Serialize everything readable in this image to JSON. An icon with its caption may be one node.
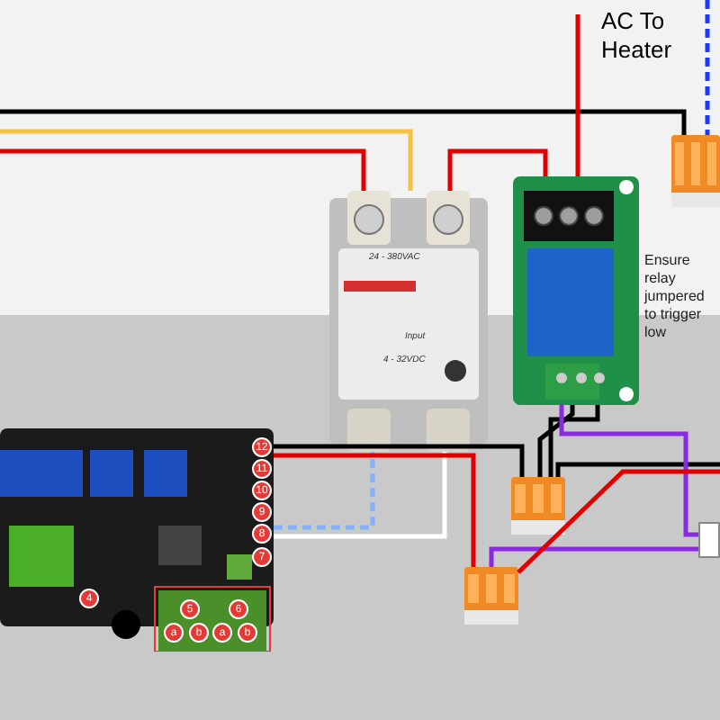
{
  "diagram": {
    "nodes": [
      {
        "text": [],
        "shape": "picture"
      },
      {
        "text": [],
        "shape": "picture",
        "beside": [
          "Ensure relay jumpered to trigger low"
        ]
      },
      {
        "text": [],
        "shape": "picture"
      },
      {
        "text": [],
        "shape": "picture"
      },
      {
        "text": [],
        "shape": "picture"
      },
      {
        "text": [],
        "shape": "picture"
      },
      {
        "text": [],
        "shape": "box"
      }
    ],
    "edges": [
      {
        "from": null,
        "to": 3,
        "arrow": "none",
        "color": "#000000"
      },
      {
        "from": null,
        "to": 0,
        "arrow": "none",
        "color": "#f5c242"
      },
      {
        "from": null,
        "to": 0,
        "arrow": "none",
        "color": "#e00000"
      },
      {
        "from": 0,
        "to": 1,
        "arrow": "none",
        "color": "#e00000"
      },
      {
        "from": null,
        "to": 1,
        "arrow": "none",
        "color": "#e00000"
      },
      {
        "from": null,
        "to": 3,
        "arrow": "none",
        "style": "dashed",
        "color": "#1a3cff"
      },
      {
        "from": 2,
        "to": 0,
        "arrow": "none",
        "style": "dashed",
        "color": "#7fb2ff"
      },
      {
        "from": 2,
        "to": 0,
        "arrow": "none",
        "color": "#ffffff"
      },
      {
        "from": 2,
        "to": 4,
        "arrow": "none",
        "color": "#000000"
      },
      {
        "from": 2,
        "to": 5,
        "arrow": "none",
        "color": "#e00000"
      },
      {
        "from": 1,
        "to": 4,
        "arrow": "none",
        "color": "#000000"
      },
      {
        "from": 1,
        "to": 4,
        "arrow": "none",
        "color": "#000000"
      },
      {
        "from": 4,
        "to": null,
        "arrow": "none",
        "color": "#000000"
      },
      {
        "from": 1,
        "to": 6,
        "arrow": "none",
        "color": "#8a2be2"
      },
      {
        "from": 5,
        "to": 6,
        "arrow": "none",
        "color": "#8a2be2"
      },
      {
        "from": 5,
        "to": null,
        "arrow": "none",
        "color": "#e00000"
      }
    ],
    "labels": [
      "AC To Heater",
      "24 - 380VAC",
      "Input",
      "4 - 32VDC",
      "12",
      "11",
      "10",
      "9",
      "8",
      "7",
      "4",
      "5",
      "6",
      "a",
      "b",
      "a",
      "b"
    ]
  }
}
